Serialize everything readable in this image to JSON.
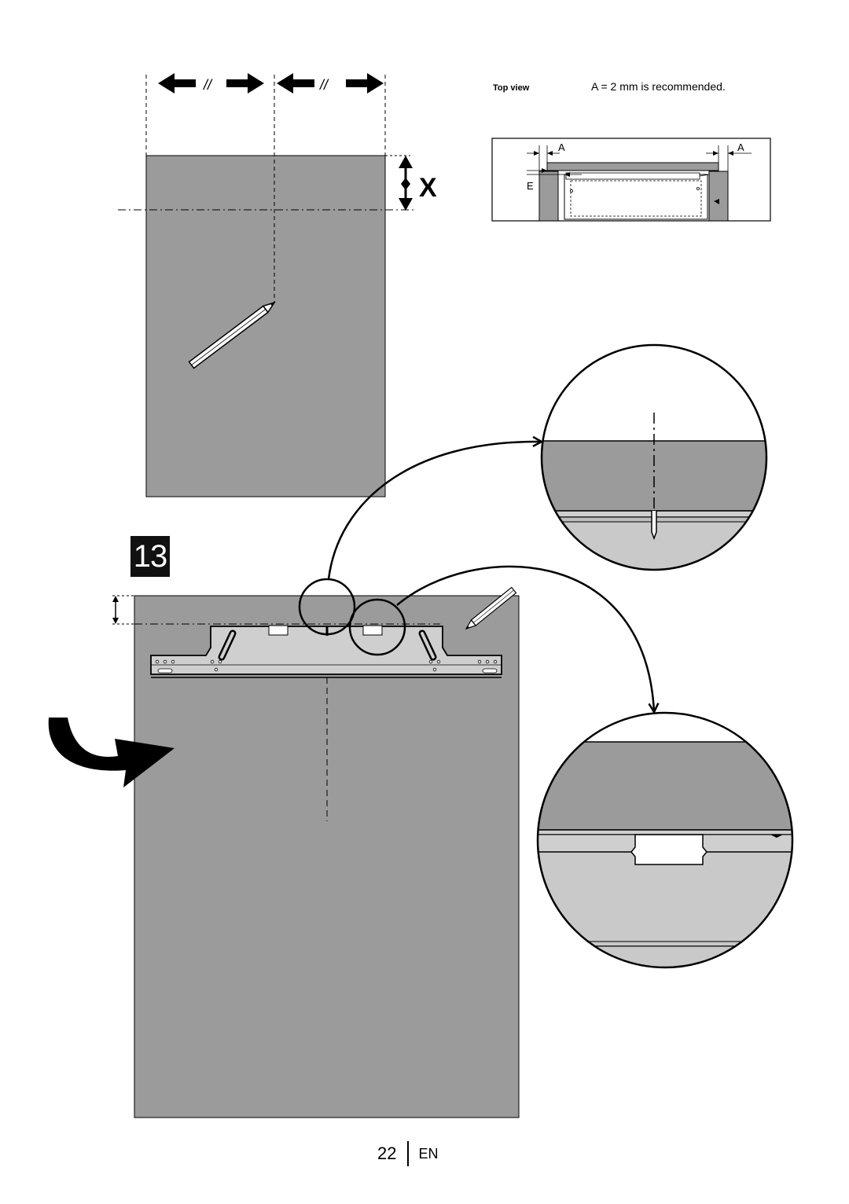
{
  "top_view": {
    "title": "Top view",
    "note": "A = 2  mm is recommended.",
    "label_a_left": "A",
    "label_a_right": "A",
    "label_e": "E"
  },
  "dimension": {
    "label_x": "X",
    "parallel_mark_left": "//",
    "parallel_mark_right": "//"
  },
  "step": {
    "number": "13"
  },
  "footer": {
    "page_number": "22",
    "language": "EN"
  },
  "colors": {
    "panel_gray": "#9b9b9b",
    "light_gray": "#c9c9c9",
    "bracket_gray": "#cfcfcf",
    "dark_gray": "#7a7a7a",
    "ink": "#000000"
  }
}
